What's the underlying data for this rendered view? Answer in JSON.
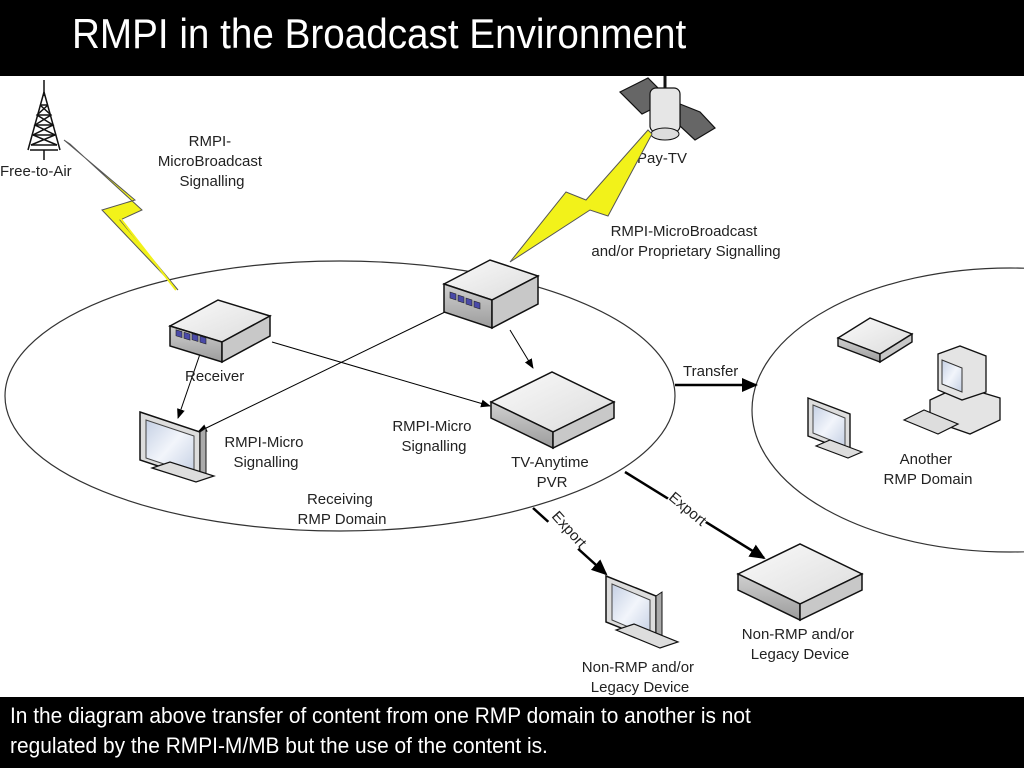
{
  "slide": {
    "title": "RMPI in the Broadcast Environment",
    "caption_lines": [
      "In the diagram above transfer of content from one RMP domain to another is not",
      "regulated by the RMPI-M/MB but the use of the content is."
    ]
  },
  "diagram": {
    "sources": {
      "free_to_air": "Free-to-Air",
      "pay_tv": "Pay-TV"
    },
    "signals": {
      "fta_signal": [
        "RMPI-",
        "MicroBroadcast",
        "Signalling"
      ],
      "paytv_signal": [
        "RMPI-MicroBroadcast",
        "and/or Proprietary Signalling"
      ]
    },
    "receiving_domain": {
      "label": [
        "Receiving",
        "RMP Domain"
      ],
      "receiver": "Receiver",
      "micro_signalling_left": [
        "RMPI-Micro",
        "Signalling"
      ],
      "micro_signalling_center": [
        "RMPI-Micro",
        "Signalling"
      ],
      "pvr": [
        "TV-Anytime",
        "PVR"
      ]
    },
    "transfer_label": "Transfer",
    "another_domain": {
      "label": [
        "Another",
        "RMP Domain"
      ]
    },
    "exports": {
      "export_left": "Export",
      "export_right": "Export",
      "legacy_tv": [
        "Non-RMP and/or",
        "Legacy Device"
      ],
      "legacy_box": [
        "Non-RMP and/or",
        "Legacy Device"
      ]
    },
    "colors": {
      "lightning": "#f2f21a",
      "device_face": "#e6e6e6",
      "device_side": "#b8b8b8",
      "leds": "#4a4aa8",
      "screen": "#d8e0ee"
    }
  }
}
